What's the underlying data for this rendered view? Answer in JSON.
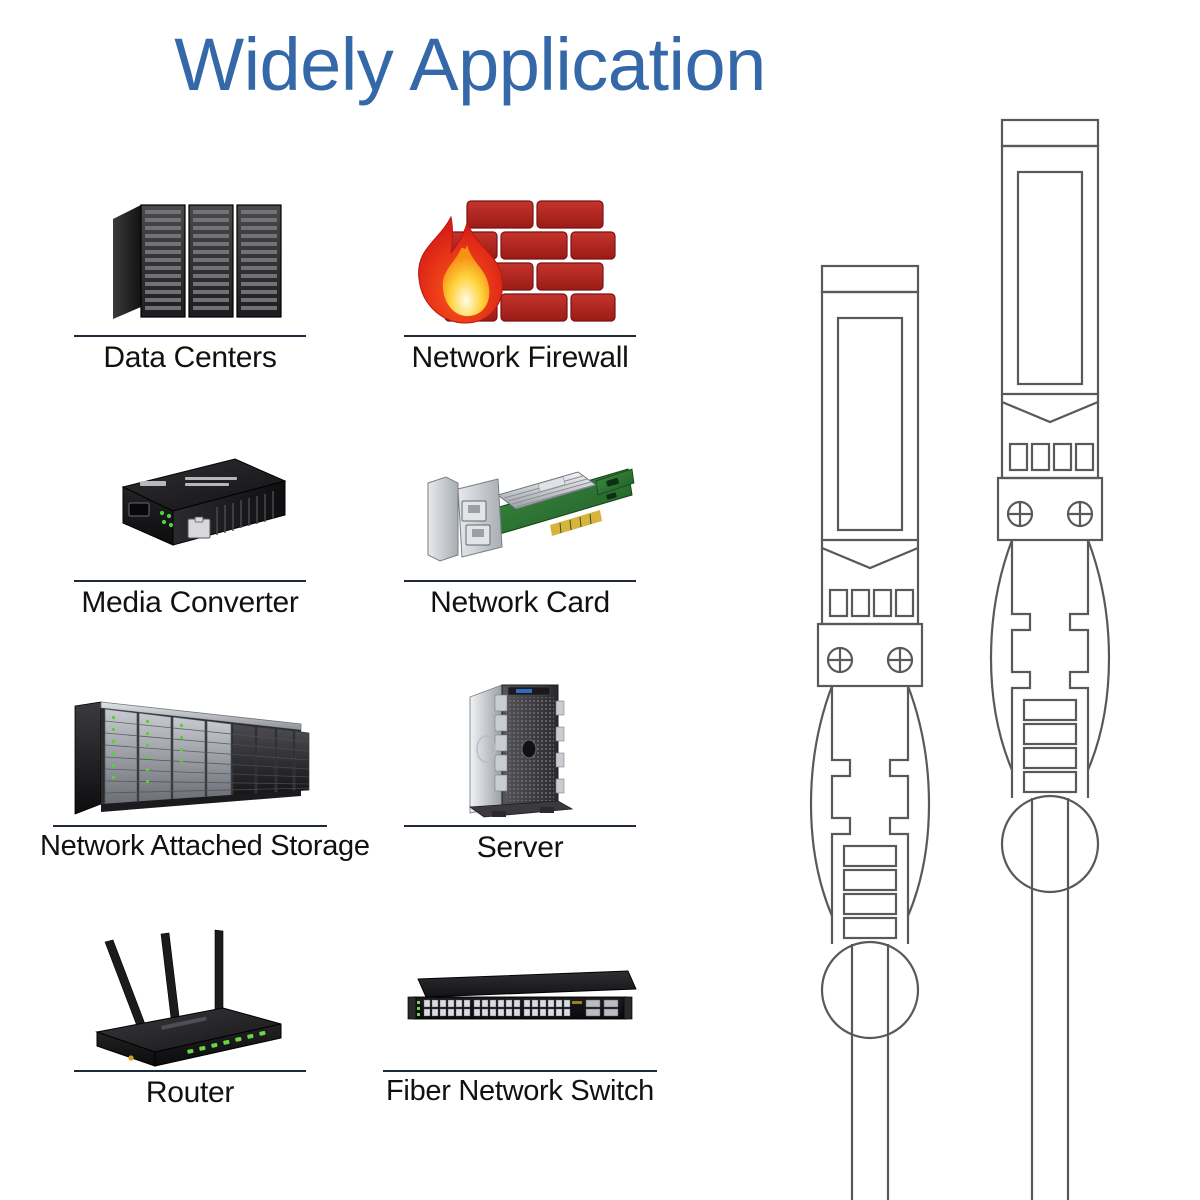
{
  "header": {
    "title": "Widely Application",
    "title_color": "#3568a8"
  },
  "theme": {
    "background": "#ffffff",
    "divider_color": "#1d2b3a",
    "label_color": "#111111",
    "line_art_color": "#595959",
    "brick_red": "#b4231f",
    "flame_orange": "#f47a20",
    "flame_yellow": "#ffd34d",
    "pcb_green": "#2e7d32",
    "metal_silver": "#c9ccd1",
    "device_black": "#1a1a1a",
    "led_green": "#5cc03a"
  },
  "applications": [
    {
      "id": "data-centers",
      "label": "Data Centers",
      "icon": "server-rack-icon",
      "row": 1,
      "col": "left"
    },
    {
      "id": "network-firewall",
      "label": "Network Firewall",
      "icon": "firewall-brick-icon",
      "row": 1,
      "col": "right"
    },
    {
      "id": "media-converter",
      "label": "Media Converter",
      "icon": "media-converter-icon",
      "row": 2,
      "col": "left"
    },
    {
      "id": "network-card",
      "label": "Network Card",
      "icon": "network-card-icon",
      "row": 2,
      "col": "right"
    },
    {
      "id": "nas",
      "label": "Network Attached Storage",
      "icon": "nas-array-icon",
      "row": 3,
      "col": "left"
    },
    {
      "id": "server",
      "label": "Server",
      "icon": "tower-server-icon",
      "row": 3,
      "col": "right"
    },
    {
      "id": "router",
      "label": "Router",
      "icon": "wifi-router-icon",
      "row": 4,
      "col": "left"
    },
    {
      "id": "fiber-switch",
      "label": "Fiber Network Switch",
      "icon": "rack-switch-icon",
      "row": 4,
      "col": "right"
    }
  ],
  "product_illustration": {
    "name": "sfp-dac-twinax-cable",
    "description": "Two SFP+ direct attach copper cable connectors drawn as outline line art",
    "connectors": [
      {
        "id": "connector-left",
        "label": "SFP+ connector (left)",
        "latch_squares": 4,
        "boot_bands": 4,
        "screw_count": 2
      },
      {
        "id": "connector-right",
        "label": "SFP+ connector (right)",
        "latch_squares": 4,
        "boot_bands": 4,
        "screw_count": 2
      }
    ]
  }
}
